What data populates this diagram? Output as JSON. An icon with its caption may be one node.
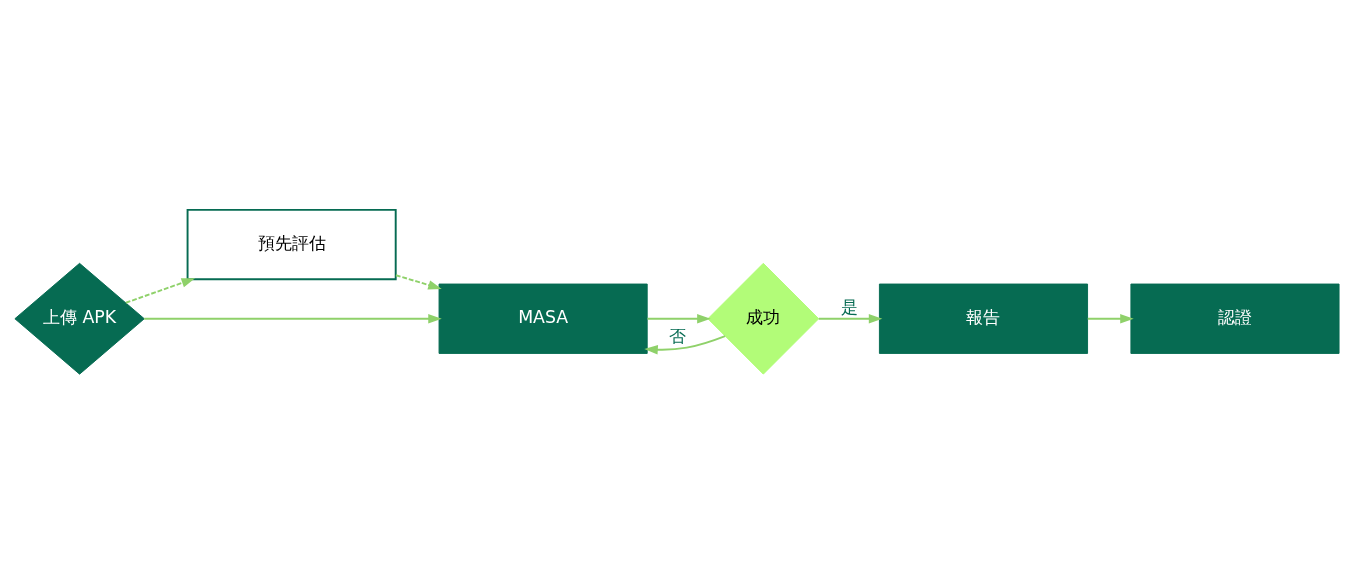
{
  "diagram": {
    "nodes": [
      {
        "text": [
          "上傳 APK"
        ]
      },
      {
        "text": [
          "預先評估"
        ]
      },
      {
        "text": [
          "MASA"
        ]
      },
      {
        "text": [
          "成功"
        ]
      },
      {
        "text": [
          "報告"
        ]
      },
      {
        "text": [
          "認證"
        ]
      }
    ],
    "edges": [
      {
        "from": 0,
        "to": 1,
        "arrow": "to",
        "style": "dashed"
      },
      {
        "from": 1,
        "to": 2,
        "arrow": "to",
        "style": "dashed"
      },
      {
        "from": 0,
        "to": 2,
        "arrow": "to"
      },
      {
        "from": 2,
        "to": 3,
        "arrow": "to"
      },
      {
        "from": 3,
        "to": 2,
        "arrow": "to",
        "label": "否"
      },
      {
        "from": 3,
        "to": 4,
        "arrow": "to",
        "label": "是"
      },
      {
        "from": 4,
        "to": 5,
        "arrow": "to"
      }
    ]
  }
}
